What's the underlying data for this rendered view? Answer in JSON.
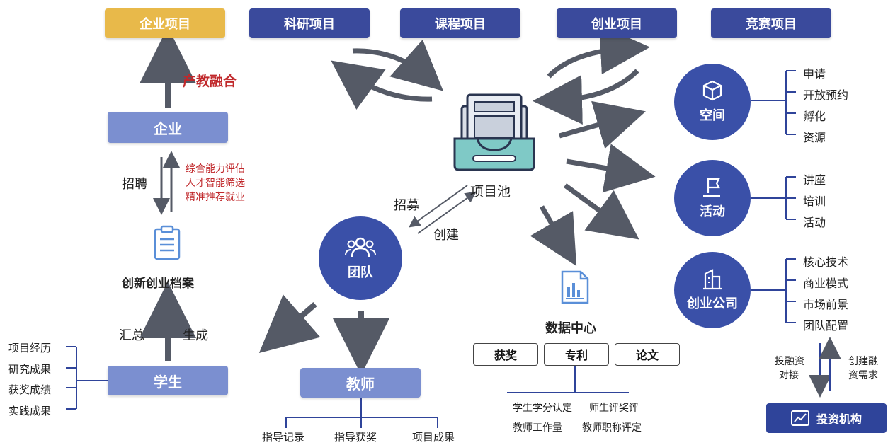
{
  "top_boxes": {
    "enterprise_project": "企业项目",
    "research_project": "科研项目",
    "course_project": "课程项目",
    "startup_project": "创业项目",
    "competition_project": "竞赛项目"
  },
  "left": {
    "industry_education": "产教融合",
    "enterprise": "企业",
    "recruit": "招聘",
    "enterprise_services": [
      "综合能力评估",
      "人才智能筛选",
      "精准推荐就业"
    ],
    "archive_label": "创新创业档案",
    "summary": "汇总",
    "generate": "生成",
    "student": "学生",
    "student_items": [
      "项目经历",
      "研究成果",
      "获奖成绩",
      "实践成果"
    ]
  },
  "center": {
    "project_pool": "项目池",
    "enlist": "招募",
    "create": "创建",
    "team": "团队",
    "teacher": "教师",
    "teacher_items": [
      "指导记录",
      "指导获奖",
      "项目成果"
    ]
  },
  "data_center": {
    "title": "数据中心",
    "boxes": [
      "获奖",
      "专利",
      "论文"
    ],
    "items": [
      "学生学分认定",
      "师生评奖评",
      "教师工作量",
      "教师职称评定"
    ]
  },
  "right": {
    "space": {
      "label": "空间",
      "items": [
        "申请",
        "开放预约",
        "孵化",
        "资源"
      ]
    },
    "activity": {
      "label": "活动",
      "items": [
        "讲座",
        "培训",
        "活动"
      ]
    },
    "company": {
      "label": "创业公司",
      "items": [
        "核心技术",
        "商业模式",
        "市场前景",
        "团队配置"
      ]
    },
    "financing_left": [
      "投融资",
      "对接"
    ],
    "financing_right": [
      "创建融",
      "资需求"
    ],
    "investor": "投资机构"
  },
  "colors": {
    "navy": "#3a4a9c",
    "gold": "#e8b94a",
    "lavender": "#7b8fd0",
    "circle": "#3a50a8",
    "red": "#c0282b",
    "arrow": "#555a66"
  },
  "icons": [
    "cube-icon",
    "flag-icon",
    "building-icon",
    "team-icon",
    "document-icon",
    "chart-doc-icon",
    "inbox-icon",
    "trend-icon"
  ]
}
